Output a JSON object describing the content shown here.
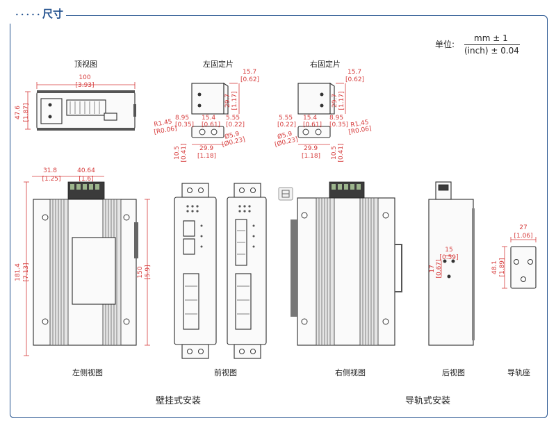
{
  "header": {
    "title": "尺寸"
  },
  "units": {
    "label": "单位:",
    "mm": "mm ± 1",
    "inch": "(inch) ± 0.04"
  },
  "labels": {
    "top_view": "顶视图",
    "left_bracket": "左固定片",
    "right_bracket": "右固定片",
    "left_side_view": "左侧视图",
    "front_view": "前视图",
    "right_side_view": "右侧视图",
    "rear_view": "后视图",
    "din_base": "导轨座"
  },
  "sections": {
    "wall_mount": "壁挂式安装",
    "din_rail_mount": "导轨式安装"
  },
  "dims": {
    "top_width_mm": "100",
    "top_width_in": "[3.93]",
    "top_depth_mm": "47.6",
    "top_depth_in": "[1.87]",
    "lb_15_7_mm": "15.7",
    "lb_15_7_in": "[0.62]",
    "lb_29_7_mm": "29.7",
    "lb_29_7_in": "[1.17]",
    "lb_8_95_mm": "8.95",
    "lb_8_95_in": "[0.35]",
    "lb_15_4_mm": "15.4",
    "lb_15_4_in": "[0.61]",
    "lb_5_55_mm": "5.55",
    "lb_5_55_in": "[0.22]",
    "lb_r1_45_mm": "R1.45",
    "lb_r1_45_in": "[R0.06]",
    "lb_d5_9_mm": "Ø5.9",
    "lb_d5_9_in": "[Ø0.23]",
    "lb_29_9_mm": "29.9",
    "lb_29_9_in": "[1.18]",
    "lb_10_5_mm": "10.5",
    "lb_10_5_in": "[0.41]",
    "rb_15_7_mm": "15.7",
    "rb_15_7_in": "[0.62]",
    "rb_29_7_mm": "29.7",
    "rb_29_7_in": "[1.17]",
    "rb_5_55_mm": "5.55",
    "rb_5_55_in": "[0.22]",
    "rb_15_4_mm": "15.4",
    "rb_15_4_in": "[0.61]",
    "rb_8_95_mm": "8.95",
    "rb_8_95_in": "[0.35]",
    "rb_d5_9_mm": "Ø5.9",
    "rb_d5_9_in": "[Ø0.23]",
    "rb_r1_45_mm": "R1.45",
    "rb_r1_45_in": "[R0.06]",
    "rb_29_9_mm": "29.9",
    "rb_29_9_in": "[1.18]",
    "rb_10_5_mm": "10.5",
    "rb_10_5_in": "[0.41]",
    "ls_31_8_mm": "31.8",
    "ls_31_8_in": "[1.25]",
    "ls_40_64_mm": "40.64",
    "ls_40_64_in": "[1.6]",
    "ls_181_4_mm": "181.4",
    "ls_181_4_in": "[7.13]",
    "ls_150_mm": "150",
    "ls_150_in": "[5.9]",
    "rv_15_mm": "15",
    "rv_15_in": "[0.59]",
    "rv_17_mm": "17",
    "rv_17_in": "[0.67]",
    "din_27_mm": "27",
    "din_27_in": "[1.06]",
    "din_48_1_mm": "48.1",
    "din_48_1_in": "[1.89]"
  }
}
